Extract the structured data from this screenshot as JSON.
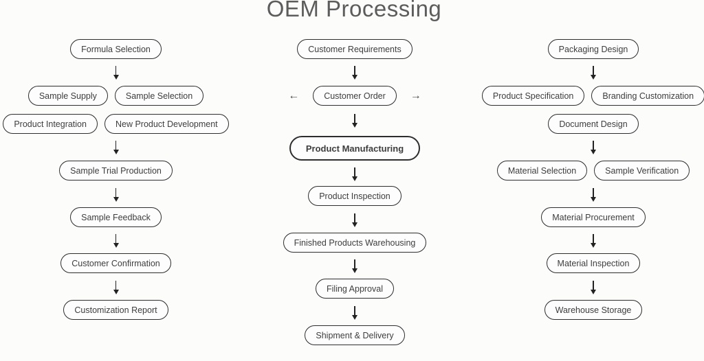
{
  "title": "OEM Processing",
  "colors": {
    "border": "#2d2d2d",
    "text": "#3d3d3d",
    "title": "#5c5c5c",
    "bg": "#fcfcfb",
    "arrow": "#222222"
  },
  "glyphs": {
    "arrow_left": "←",
    "arrow_right": "→"
  },
  "flow": {
    "columns": [
      {
        "name": "left",
        "rows": [
          {
            "items": [
              "Formula Selection"
            ]
          },
          {
            "items": [
              "Sample Supply",
              "Sample Selection"
            ]
          },
          {
            "items": [
              "Product Integration",
              "New Product Development"
            ]
          },
          {
            "items": [
              "Sample Trial Production"
            ]
          },
          {
            "items": [
              "Sample Feedback"
            ]
          },
          {
            "items": [
              "Customer Confirmation"
            ]
          },
          {
            "items": [
              "Customization Report"
            ]
          }
        ]
      },
      {
        "name": "middle",
        "rows": [
          {
            "items": [
              "Customer Requirements"
            ]
          },
          {
            "items": [
              "Customer Order"
            ],
            "side_arrows": true
          },
          {
            "items": [
              "Product Manufacturing"
            ],
            "emphasis": true
          },
          {
            "items": [
              "Product Inspection"
            ]
          },
          {
            "items": [
              "Finished Products Warehousing"
            ]
          },
          {
            "items": [
              "Filing Approval"
            ]
          },
          {
            "items": [
              "Shipment & Delivery"
            ]
          }
        ]
      },
      {
        "name": "right",
        "rows": [
          {
            "items": [
              "Packaging Design"
            ]
          },
          {
            "items": [
              "Product Specification",
              "Branding Customization"
            ]
          },
          {
            "items": [
              "Document Design"
            ]
          },
          {
            "items": [
              "Material Selection",
              "Sample Verification"
            ]
          },
          {
            "items": [
              "Material Procurement"
            ]
          },
          {
            "items": [
              "Material Inspection"
            ]
          },
          {
            "items": [
              "Warehouse Storage"
            ]
          }
        ]
      }
    ]
  }
}
